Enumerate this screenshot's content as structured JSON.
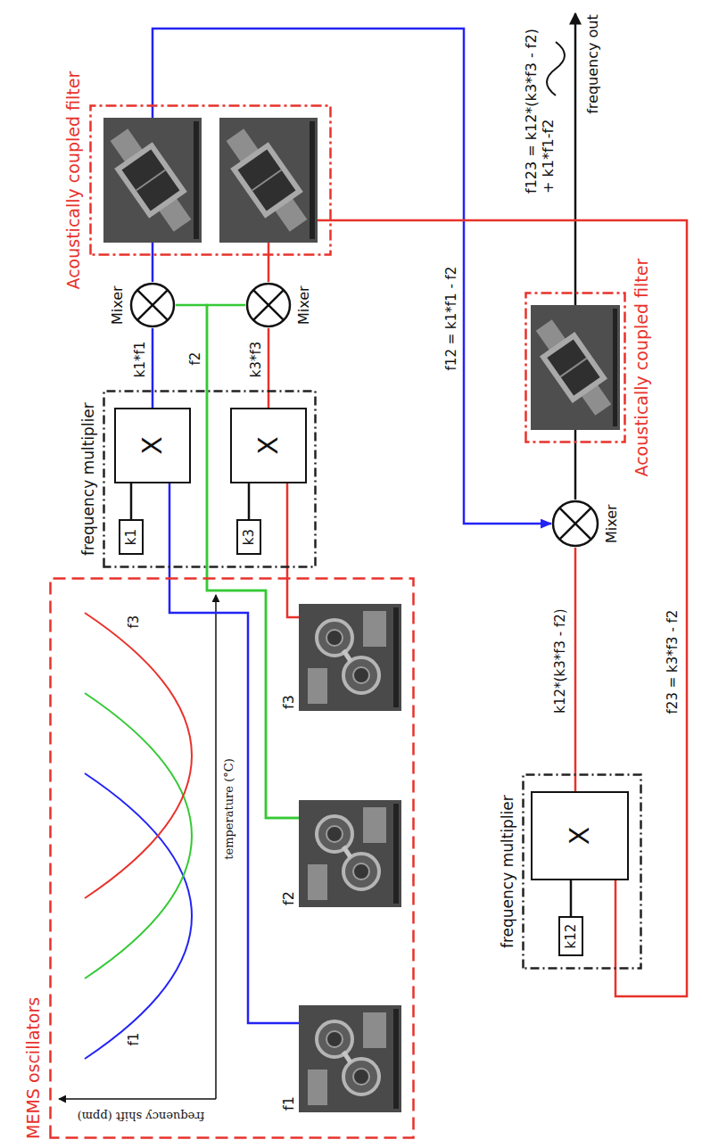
{
  "diagram": {
    "nodes": [
      {
        "text": [
          "MEMS oscillators"
        ]
      },
      {
        "text": [
          "f1"
        ],
        "in": 0
      },
      {
        "text": [
          "f2"
        ],
        "in": 0
      },
      {
        "text": [
          "f3"
        ],
        "in": 0
      },
      {
        "text": [
          "frequency multiplier"
        ]
      },
      {
        "text": [
          "k1"
        ],
        "in": 4
      },
      {
        "text": [
          "X"
        ],
        "in": 4
      },
      {
        "text": [
          "k3"
        ],
        "in": 4
      },
      {
        "text": [
          "X"
        ],
        "in": 4
      },
      {
        "text": [
          "Mixer"
        ]
      },
      {
        "text": [
          "Mixer"
        ]
      },
      {
        "text": [
          "Acoustically coupled filter"
        ]
      },
      {
        "text": [
          "frequency multiplier"
        ]
      },
      {
        "text": [
          "k12"
        ],
        "in": 12
      },
      {
        "text": [
          "X"
        ],
        "in": 12
      },
      {
        "text": [
          "Mixer"
        ]
      },
      {
        "text": [
          "Acoustically coupled filter"
        ]
      }
    ],
    "edges": [
      {
        "from": 1,
        "to": 6,
        "arrow": "none"
      },
      {
        "from": 5,
        "to": 6,
        "arrow": "none"
      },
      {
        "from": 2,
        "to": 9,
        "label": "f2",
        "arrow": "none"
      },
      {
        "from": 2,
        "to": 10,
        "arrow": "none"
      },
      {
        "from": 3,
        "to": 8,
        "arrow": "none"
      },
      {
        "from": 7,
        "to": 8,
        "arrow": "none"
      },
      {
        "from": 6,
        "to": 9,
        "label": "k1*f1",
        "arrow": "none"
      },
      {
        "from": 8,
        "to": 10,
        "label": "k3*f3",
        "arrow": "none"
      },
      {
        "from": 9,
        "to": 11,
        "arrow": "none"
      },
      {
        "from": 10,
        "to": 11,
        "arrow": "none"
      },
      {
        "from": 11,
        "to": 15,
        "label": "f12 = k1*f1 - f2",
        "arrow": "to"
      },
      {
        "from": 11,
        "to": 14,
        "label": "f23 = k3*f3 - f2",
        "arrow": "none"
      },
      {
        "from": 13,
        "to": 14,
        "arrow": "none"
      },
      {
        "from": 14,
        "to": 15,
        "label": "k12*(k3*f3 - f2)",
        "arrow": "none"
      },
      {
        "from": 15,
        "to": 16,
        "arrow": "none"
      }
    ],
    "labels": [
      "f1",
      "f3",
      "frequency shift (ppm)",
      "temperature (°C)",
      "f123 = k12*(k3*f3 - f2) + k1*f1-f2",
      "frequency out"
    ]
  }
}
